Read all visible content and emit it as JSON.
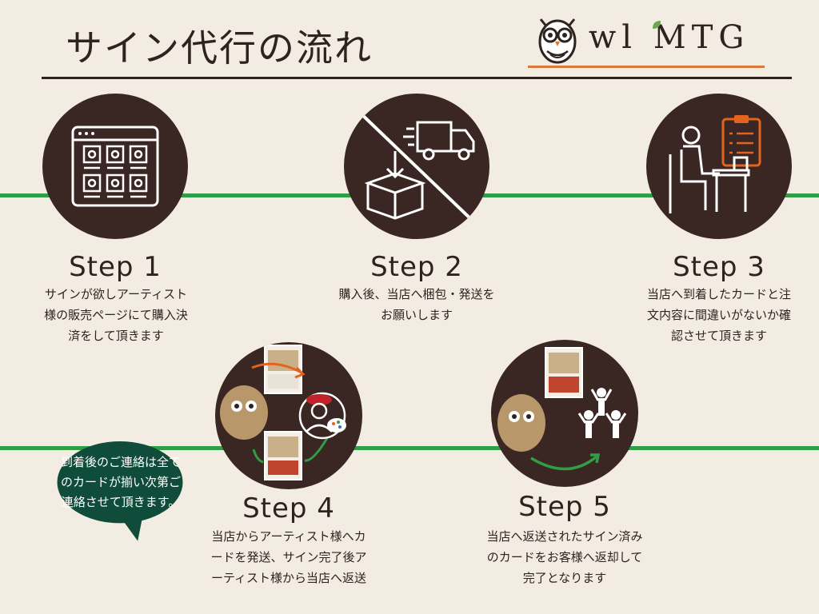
{
  "title": "サイン代行の流れ",
  "logo": {
    "text": "wl MTG",
    "brand_color": "#d77a3a"
  },
  "colors": {
    "background": "#f2ece2",
    "circle": "#3a2622",
    "line": "#2f9e46",
    "bubble": "#0f4c3a",
    "accent": "#e3641f"
  },
  "steps": [
    {
      "label": "Step 1",
      "desc": "サインが欲しアーティスト様の販売ページにて購入決済をして頂きます",
      "icon": "browser-grid-icon"
    },
    {
      "label": "Step 2",
      "desc": "購入後、当店へ梱包・発送をお願いします",
      "icon": "box-truck-icon"
    },
    {
      "label": "Step 3",
      "desc": "当店へ到着したカードと注文内容に間違いがないか確認させて頂きます",
      "icon": "person-desk-clipboard-icon"
    },
    {
      "label": "Step 4",
      "desc": "当店からアーティスト様へカードを発送、サイン完了後アーティスト様から当店へ返送",
      "icon": "card-cycle-icon"
    },
    {
      "label": "Step 5",
      "desc": "当店へ返送されたサイン済みのカードをお客様へ返却して完了となります",
      "icon": "card-return-icon"
    }
  ],
  "bubble": {
    "text": "到着後のご連絡は全てのカードが揃い次第ご連絡させて頂きます。"
  }
}
